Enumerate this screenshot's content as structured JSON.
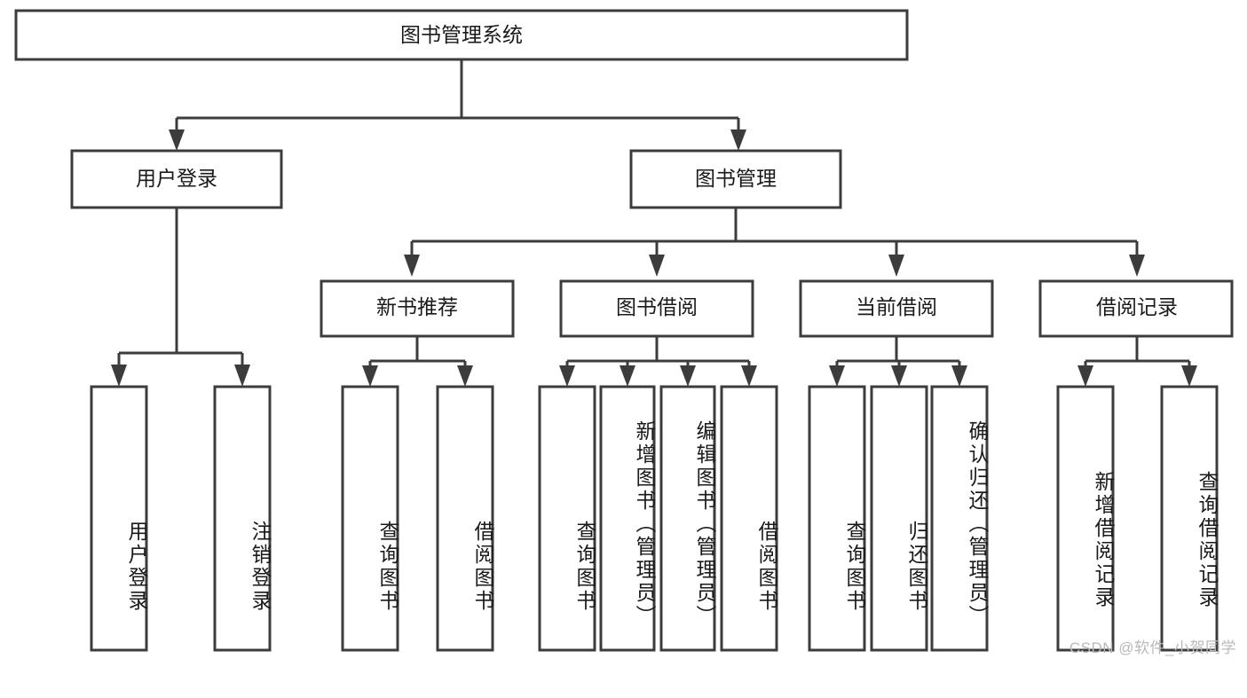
{
  "diagram": {
    "title": "图书管理系统",
    "type": "tree-hierarchy",
    "orientation": "top-down",
    "root": {
      "label": "图书管理系统",
      "id": "root"
    },
    "level2": [
      {
        "id": "user-login",
        "label": "用户登录"
      },
      {
        "id": "book-management",
        "label": "图书管理"
      }
    ],
    "level3": [
      {
        "id": "new-book-recommend",
        "label": "新书推荐",
        "parent": "book-management"
      },
      {
        "id": "book-borrow",
        "label": "图书借阅",
        "parent": "book-management"
      },
      {
        "id": "current-borrow",
        "label": "当前借阅",
        "parent": "book-management"
      },
      {
        "id": "borrow-record",
        "label": "借阅记录",
        "parent": "book-management"
      }
    ],
    "leaves": {
      "user-login": [
        {
          "id": "leaf-user-login",
          "label": "用户登录"
        },
        {
          "id": "leaf-logout-login",
          "label": "注销登录"
        }
      ],
      "new-book-recommend": [
        {
          "id": "leaf-query-book-1",
          "label": "查询图书"
        },
        {
          "id": "leaf-borrow-book-1",
          "label": "借阅图书"
        }
      ],
      "book-borrow": [
        {
          "id": "leaf-query-book-2",
          "label": "查询图书"
        },
        {
          "id": "leaf-add-book-admin",
          "label": "新增图书（管理员）"
        },
        {
          "id": "leaf-edit-book-admin",
          "label": "编辑图书（管理员）"
        },
        {
          "id": "leaf-borrow-book-2",
          "label": "借阅图书"
        }
      ],
      "current-borrow": [
        {
          "id": "leaf-query-book-3",
          "label": "查询图书"
        },
        {
          "id": "leaf-return-book",
          "label": "归还图书"
        },
        {
          "id": "leaf-confirm-return-admin",
          "label": "确认归还（管理员）"
        }
      ],
      "borrow-record": [
        {
          "id": "leaf-add-borrow-record",
          "label": "新增借阅记录"
        },
        {
          "id": "leaf-query-borrow-record",
          "label": "查询借阅记录"
        }
      ]
    }
  },
  "watermark": {
    "text": "CSDN @软件_小贺同学"
  },
  "colors": {
    "box_stroke": "#3c3c3c",
    "box_fill": "#ffffff",
    "text": "#1a1a1a",
    "background": "#ffffff",
    "watermark": "#b9b9b9"
  }
}
